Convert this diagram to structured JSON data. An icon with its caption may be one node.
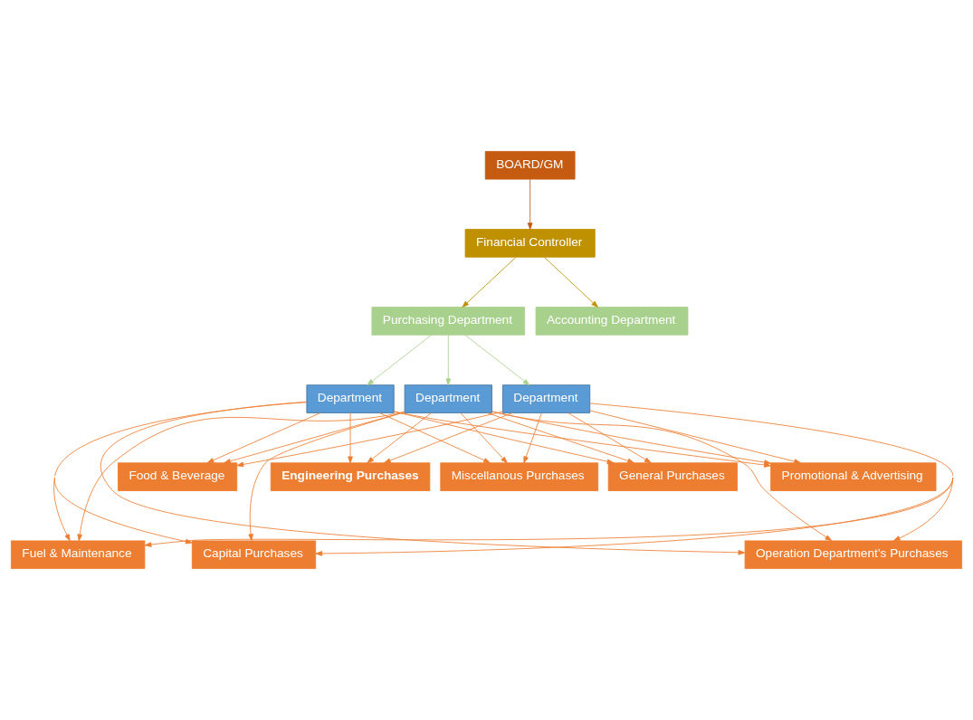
{
  "diagram": {
    "nodes": [
      {
        "text": [
          "BOARD/GM"
        ]
      },
      {
        "text": [
          "Financial Controller"
        ]
      },
      {
        "text": [
          "Purchasing Department"
        ]
      },
      {
        "text": [
          "Accounting Department"
        ]
      },
      {
        "text": [
          "Department"
        ]
      },
      {
        "text": [
          "Department"
        ]
      },
      {
        "text": [
          "Department"
        ]
      },
      {
        "text": [
          "General Purchases"
        ]
      },
      {
        "text": [
          "Food & Beverage"
        ]
      },
      {
        "text": [
          "Fuel & Maintenance"
        ]
      },
      {
        "text": [
          "Miscellanous Purchases"
        ]
      },
      {
        "text": [
          "Operation Department’s Purchases"
        ]
      },
      {
        "text": [
          "Promotional & Advertising"
        ]
      },
      {
        "text": [
          "Capital Purchases"
        ]
      },
      {
        "text": [
          "Engineering Purchases"
        ]
      }
    ],
    "edges": [
      {
        "from": 0,
        "to": 1,
        "arrow": "to",
        "color": "#c55a11"
      },
      {
        "from": 1,
        "to": 2,
        "arrow": "to",
        "color": "#bf9000"
      },
      {
        "from": 1,
        "to": 3,
        "arrow": "to",
        "color": "#bf9000"
      },
      {
        "from": 2,
        "to": 4,
        "arrow": "to",
        "color": "#a9d18e"
      },
      {
        "from": 2,
        "to": 5,
        "arrow": "to",
        "color": "#a9d18e"
      },
      {
        "from": 2,
        "to": 6,
        "arrow": "to",
        "color": "#a9d18e"
      },
      {
        "from": 4,
        "to": 7,
        "arrow": "to"
      },
      {
        "from": 4,
        "to": 8,
        "arrow": "to"
      },
      {
        "from": 4,
        "to": 9,
        "arrow": "to"
      },
      {
        "from": 4,
        "to": 10,
        "arrow": "to"
      },
      {
        "from": 4,
        "to": 11,
        "arrow": "to"
      },
      {
        "from": 4,
        "to": 12,
        "arrow": "to"
      },
      {
        "from": 4,
        "to": 13,
        "arrow": "to"
      },
      {
        "from": 4,
        "to": 14,
        "arrow": "to"
      },
      {
        "from": 5,
        "to": 7,
        "arrow": "to"
      },
      {
        "from": 5,
        "to": 8,
        "arrow": "to"
      },
      {
        "from": 5,
        "to": 9,
        "arrow": "to"
      },
      {
        "from": 5,
        "to": 10,
        "arrow": "to"
      },
      {
        "from": 5,
        "to": 11,
        "arrow": "to"
      },
      {
        "from": 5,
        "to": 12,
        "arrow": "to"
      },
      {
        "from": 5,
        "to": 13,
        "arrow": "to"
      },
      {
        "from": 5,
        "to": 14,
        "arrow": "to"
      },
      {
        "from": 6,
        "to": 7,
        "arrow": "to"
      },
      {
        "from": 6,
        "to": 8,
        "arrow": "to"
      },
      {
        "from": 6,
        "to": 9,
        "arrow": "to"
      },
      {
        "from": 6,
        "to": 10,
        "arrow": "to"
      },
      {
        "from": 6,
        "to": 11,
        "arrow": "to"
      },
      {
        "from": 6,
        "to": 12,
        "arrow": "to"
      },
      {
        "from": 6,
        "to": 13,
        "arrow": "to"
      },
      {
        "from": 6,
        "to": 14,
        "arrow": "to"
      }
    ]
  }
}
